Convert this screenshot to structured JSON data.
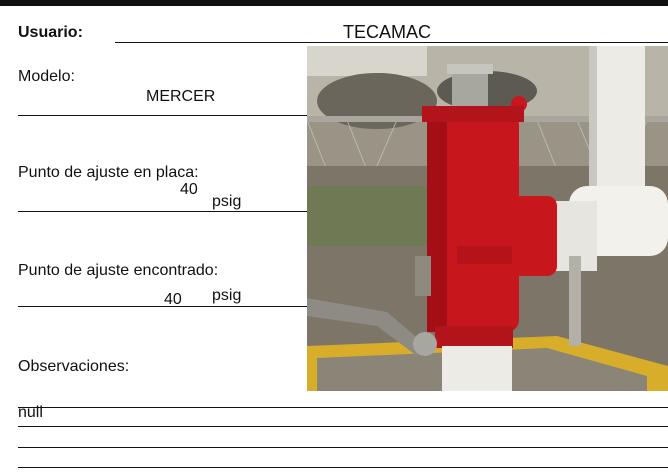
{
  "usuario": {
    "label": "Usuario:",
    "value": "TECAMAC"
  },
  "modelo": {
    "label": "Modelo:",
    "value": "MERCER"
  },
  "punto_placa": {
    "label": "Punto de ajuste en placa:",
    "value": "40",
    "unit": "psig"
  },
  "punto_encontrado": {
    "label": "Punto de ajuste encontrado:",
    "value": "40",
    "unit": "psig"
  },
  "observaciones": {
    "label": "Observaciones:",
    "value": "null"
  },
  "photo": {
    "icon": "relief-valve-photo",
    "colors": {
      "valve": "#c8161d",
      "pipe": "#ecebe6",
      "gravel": "#8b8578",
      "border": "#e2b422"
    }
  }
}
